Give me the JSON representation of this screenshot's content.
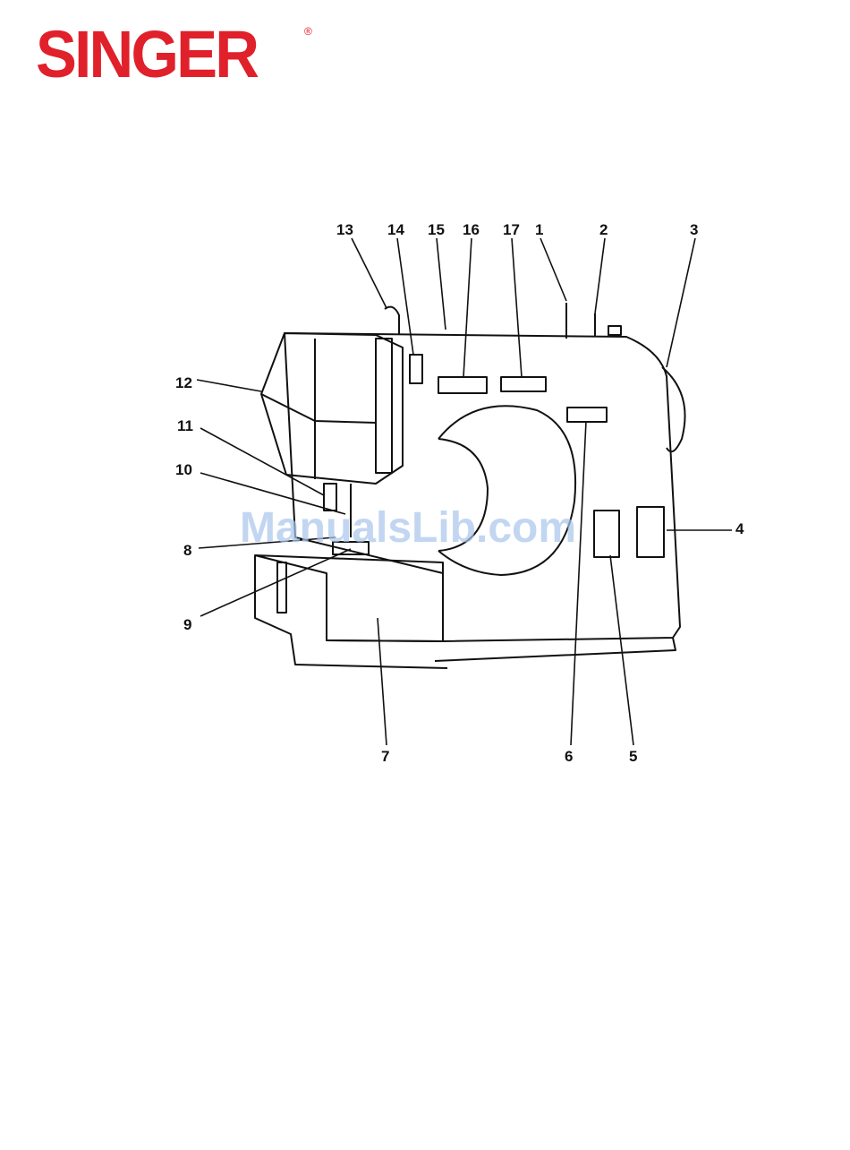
{
  "brand": {
    "logo_text": "SINGER",
    "registered_mark": "®",
    "color": "#e0202a"
  },
  "watermark": {
    "text": "ManualsLib.com",
    "color": "#a9c6ec"
  },
  "diagram": {
    "callouts": [
      "1",
      "2",
      "3",
      "4",
      "5",
      "6",
      "7",
      "8",
      "9",
      "10",
      "11",
      "12",
      "13",
      "14",
      "15",
      "16",
      "17"
    ]
  }
}
